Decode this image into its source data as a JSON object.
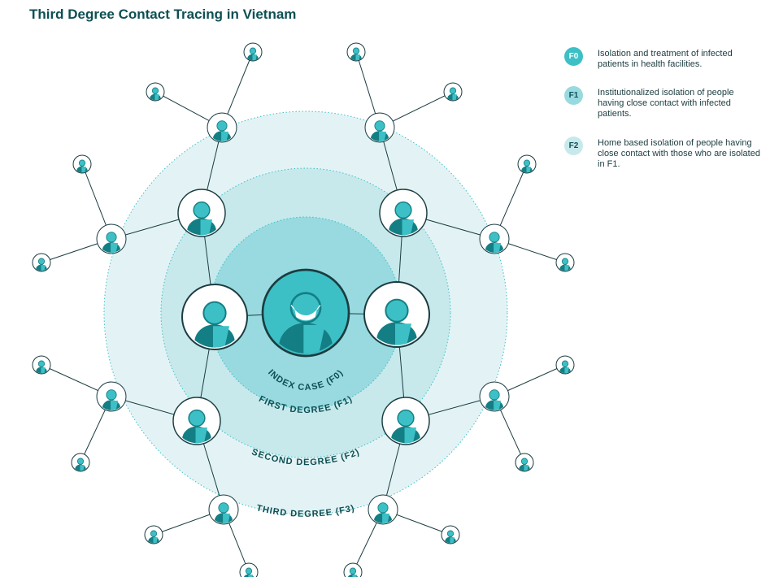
{
  "title": "Third Degree Contact Tracing in Vietnam",
  "colors": {
    "teal_dark": "#137f85",
    "teal_mid": "#3cc0c6",
    "ring_f3": "#e3f3f5",
    "ring_f2": "#c7e9ec",
    "ring_f1": "#98dadf",
    "text_dark": "#0d4f53",
    "line": "#1c3c40"
  },
  "rings": {
    "index": "INDEX CASE (F0)",
    "first": "FIRST DEGREE (F1)",
    "second": "SECOND DEGREE (F2)",
    "third": "THIRD DEGREE (F3)"
  },
  "legend": [
    {
      "badge": "F0",
      "text": "Isolation and treatment of infected patients in health facilities.",
      "color": "#3cc0c6",
      "fg": "#ffffff"
    },
    {
      "badge": "F1",
      "text": "Institutionalized isolation of people having close contact with infected patients.",
      "color": "#98dadf",
      "fg": "#0d4f53"
    },
    {
      "badge": "F2",
      "text": "Home based isolation of people having close contact with those who are isolated in F1.",
      "color": "#c7e9ec",
      "fg": "#0d4f53"
    }
  ],
  "icons": [
    "person-icon",
    "masked-person-icon"
  ]
}
